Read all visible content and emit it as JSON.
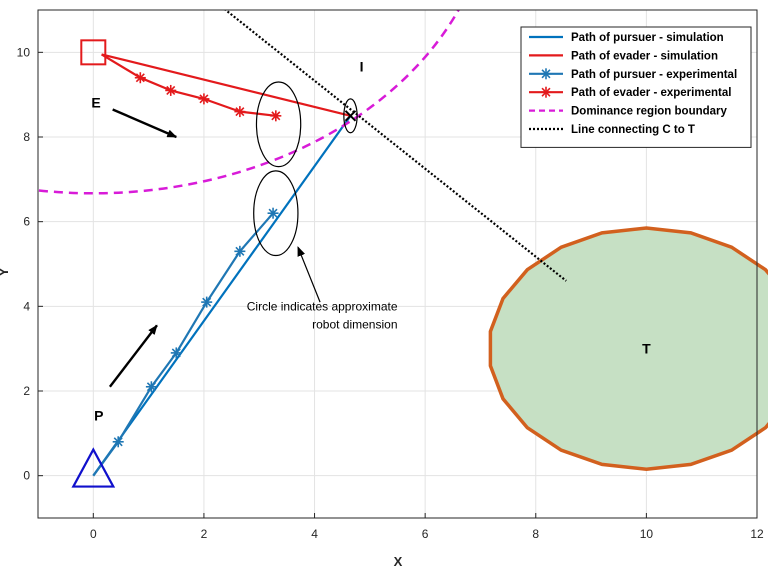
{
  "chart_data": {
    "type": "line",
    "xlabel": "X",
    "ylabel": "Y",
    "xlim": [
      -1,
      12
    ],
    "ylim": [
      -1,
      11
    ],
    "xticks": [
      0,
      2,
      4,
      6,
      8,
      10,
      12
    ],
    "yticks": [
      0,
      2,
      4,
      6,
      8,
      10
    ],
    "grid": true,
    "legend_position": "top-right",
    "series": [
      {
        "name": "Path of pursuer - simulation",
        "style": "solid",
        "color": "#0072BD",
        "x": [
          0,
          4.65
        ],
        "y": [
          0,
          8.5
        ]
      },
      {
        "name": "Path of evader - simulation",
        "style": "solid",
        "color": "#E31A1C",
        "x": [
          0.15,
          4.65
        ],
        "y": [
          9.95,
          8.5
        ]
      },
      {
        "name": "Path of pursuer - experimental",
        "style": "solid-asterisk",
        "color": "#1F77B4",
        "x": [
          0,
          0.45,
          1.05,
          1.5,
          2.05,
          2.65,
          3.25
        ],
        "y": [
          0,
          0.8,
          2.1,
          2.9,
          4.1,
          5.3,
          6.2
        ]
      },
      {
        "name": "Path of evader - experimental",
        "style": "solid-asterisk",
        "color": "#E31A1C",
        "x": [
          0.15,
          0.85,
          1.4,
          2.0,
          2.65,
          3.3
        ],
        "y": [
          9.95,
          9.4,
          9.1,
          8.9,
          8.6,
          8.5
        ]
      },
      {
        "name": "Dominance region boundary",
        "style": "dashed",
        "color": "#D81BD8",
        "circle": {
          "cx": 0,
          "cy": 13.87,
          "r": 7.2
        }
      },
      {
        "name": "Line connecting C to T",
        "style": "dotted",
        "color": "#000000",
        "x": [
          2.2,
          8.55
        ],
        "y": [
          11.2,
          4.6
        ]
      }
    ],
    "markers": {
      "pursuer_start": {
        "shape": "triangle",
        "x": 0,
        "y": 0.05,
        "color": "#1010CC"
      },
      "evader_start": {
        "shape": "square",
        "x": 0,
        "y": 10,
        "color": "#E31A1C"
      },
      "interception": {
        "shape": "x",
        "x": 4.65,
        "y": 8.5,
        "color": "#000000"
      }
    },
    "target": {
      "label": "T",
      "cx": 10,
      "cy": 3,
      "r": 2.85,
      "fill": "#C6E0C4",
      "edge": "#D2601E"
    },
    "robot_circles": [
      {
        "cx": 3.35,
        "cy": 8.3,
        "rx": 0.4,
        "ry": 1.0
      },
      {
        "cx": 3.3,
        "cy": 6.2,
        "rx": 0.4,
        "ry": 1.0
      },
      {
        "cx": 4.65,
        "cy": 8.5,
        "rx": 0.12,
        "ry": 0.4
      }
    ],
    "annotations": [
      {
        "text": "E",
        "x": 0.05,
        "y": 8.7
      },
      {
        "text": "P",
        "x": 0.1,
        "y": 1.3
      },
      {
        "text": "I",
        "x": 4.85,
        "y": 9.55
      },
      {
        "text": "T",
        "x": 10,
        "y": 3
      }
    ],
    "arrows": [
      {
        "from": [
          0.35,
          8.65
        ],
        "to": [
          1.5,
          8.0
        ]
      },
      {
        "from": [
          0.3,
          2.1
        ],
        "to": [
          1.15,
          3.55
        ]
      },
      {
        "from": [
          4.1,
          4.1
        ],
        "to": [
          3.7,
          5.4
        ]
      }
    ],
    "note": {
      "lines": [
        "Circle indicates approximate",
        "robot dimension"
      ],
      "x": 5.5,
      "y": 3.9
    }
  }
}
